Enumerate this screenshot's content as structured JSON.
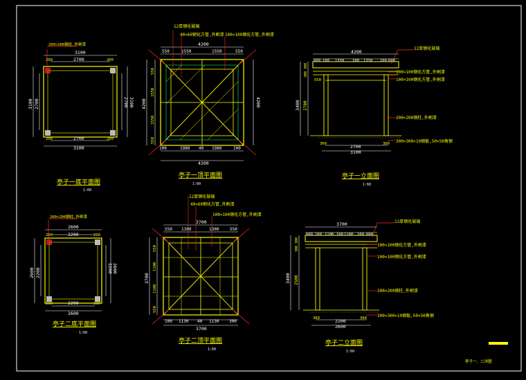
{
  "colors": {
    "background": "#000000",
    "frame": "#ffffff",
    "structure": "#ffff00",
    "dimension": "#ffffff",
    "leader": "#ff2a2a",
    "accent": "#00cc66",
    "annotation": "#ffff00"
  },
  "titles": {
    "p1_base": "亭子一底平面图",
    "p1_top": "亭子一顶平面图",
    "p1_elev": "亭子一立面图",
    "p2_base": "亭子二底平面图",
    "p2_top": "亭子二顶平面图",
    "p2_elev": "亭子二立面图",
    "scale": "1:60"
  },
  "notes": {
    "col200": "200×200钢柱,外刷漆",
    "glass12": "12厚钢化玻璃",
    "beam40x60": "40×60钢化方管,外刷漆",
    "beam100": "100×100钢化方管,外刷漆",
    "base300": "300×300×10钢板,50×50角钢",
    "legend_label": "亭子一、二详图"
  },
  "p1": {
    "base_dims": {
      "top": "3100",
      "mid": "2700",
      "left": "3100",
      "inner": "2700",
      "bottom_mid": "2700",
      "bottom": "3100",
      "corner": "200"
    },
    "top_dims": {
      "overall": "4200",
      "row": [
        "550",
        "1550",
        "1550",
        "550"
      ],
      "left_overall": "4200",
      "left_row": [
        "550",
        "1550",
        "1550",
        "550"
      ],
      "right_overall": "4200",
      "bottom_row": [
        "100",
        "1980",
        "40",
        "1980",
        "100"
      ],
      "bottom_overall": "4200"
    },
    "elev_dims": {
      "overall": "4200",
      "row": [
        "600",
        "100",
        "1350",
        "100",
        "1350",
        "100",
        "600"
      ],
      "height": "3400",
      "left_col": [
        "300",
        "300",
        "2700"
      ],
      "side": "550",
      "bottom_mid": "2700",
      "bottom_total": "3100",
      "base": "300"
    }
  },
  "p2": {
    "base_dims": {
      "top": "2600",
      "mid": "2200",
      "left": "2600",
      "inner": "2200",
      "bottom_mid": "2200",
      "bottom": "2600",
      "corner": "200"
    },
    "top_dims": {
      "overall": "3700",
      "row": [
        "550",
        "1300",
        "1300",
        "550"
      ],
      "left_overall": "3700",
      "left_row": [
        "550",
        "1100",
        "1100",
        "550"
      ],
      "bottom_row": [
        "100",
        "1130",
        "40",
        "1130",
        "300"
      ],
      "bottom_overall": "3700"
    },
    "elev_dims": {
      "overall": "3700",
      "row": [
        "600",
        "100",
        "1100",
        "100",
        "1100",
        "100",
        "600"
      ],
      "height": "3400",
      "left_col": [
        "300",
        "300",
        "2500"
      ],
      "bottom_mid": "2200",
      "bottom_total": "2600",
      "base": "300"
    }
  }
}
